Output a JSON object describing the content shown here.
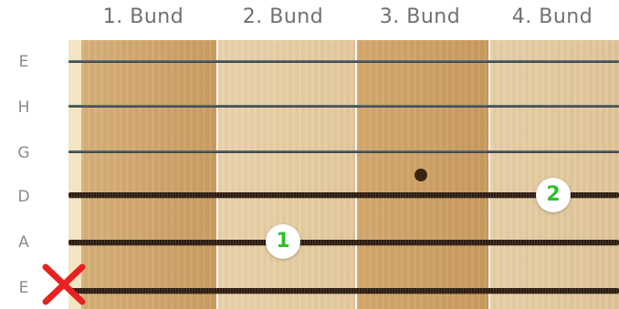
{
  "frets": [
    "1. Bund",
    "2. Bund",
    "3. Bund",
    "4. Bund"
  ],
  "strings": [
    "E",
    "H",
    "G",
    "D",
    "A",
    "E"
  ],
  "fingers": [
    {
      "number": "1",
      "string": "A",
      "fret": 2
    },
    {
      "number": "2",
      "string": "D",
      "fret": 4
    }
  ],
  "muted_string": "E (low)",
  "marker_fret": 3,
  "colors": {
    "finger_number": "#2fbf2a",
    "mute_x": "#e8231f",
    "inlay": "#3b2412"
  }
}
